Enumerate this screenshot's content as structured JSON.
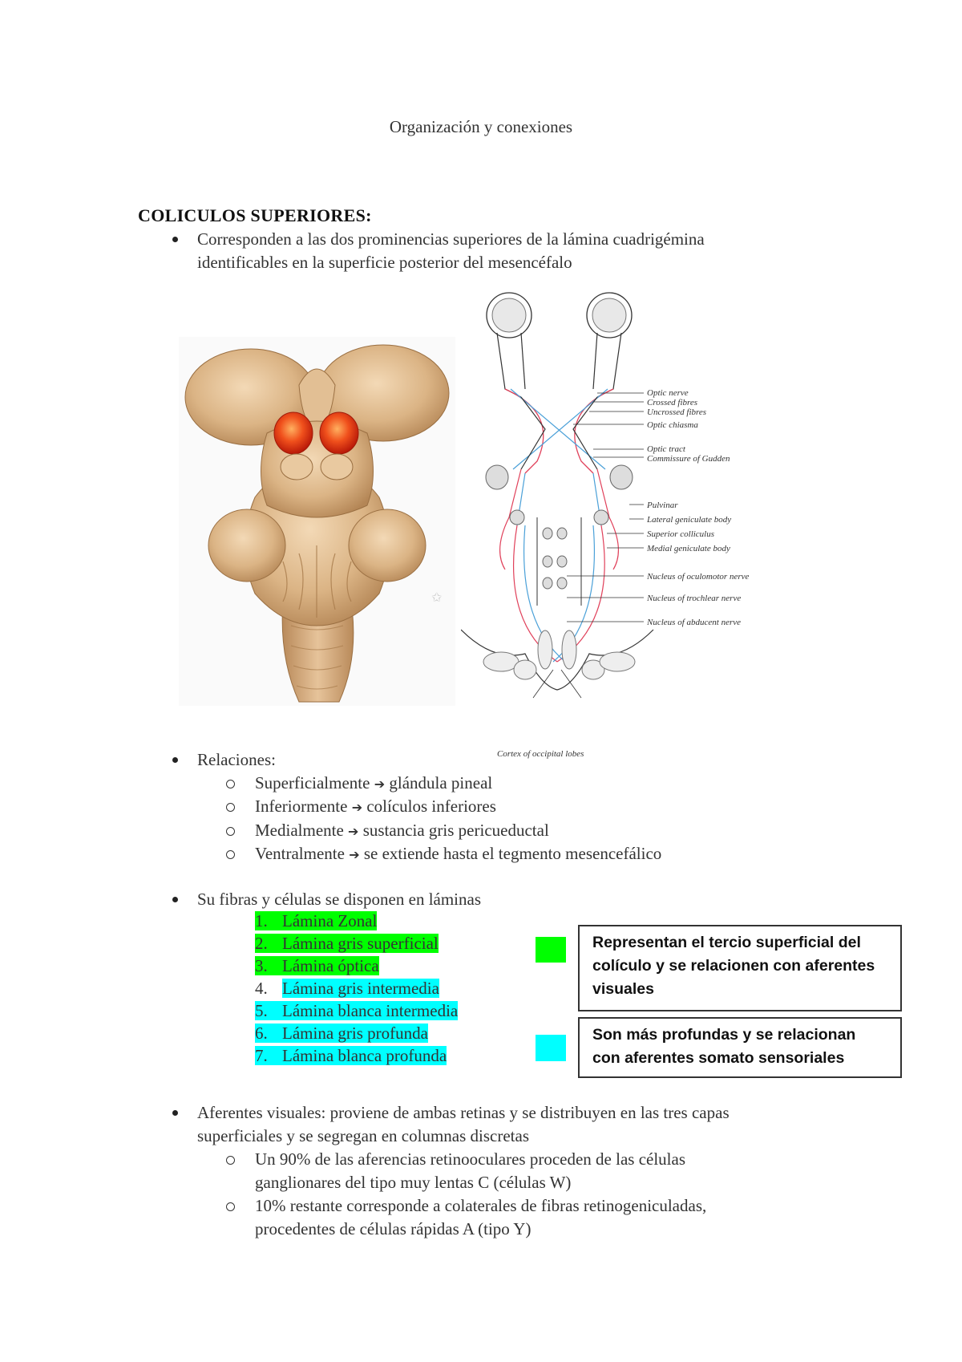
{
  "document": {
    "title": "Organización y conexiones",
    "section_heading": "COLICULOS SUPERIORES:",
    "bullet1": {
      "line1": "Corresponden a las dos prominencias superiores de la lámina cuadrigémina",
      "line2": "identificables en la superficie posterior del mesencéfalo"
    },
    "figure_left": {
      "watermark": "✩"
    },
    "figure_right": {
      "labels": [
        "Optic nerve",
        "Crossed fibres",
        "Uncrossed fibres",
        "Optic chiasma",
        "Optic tract",
        "Commissure of Gudden",
        "Pulvinar",
        "Lateral geniculate body",
        "Superior colliculus",
        "Medial geniculate body",
        "Nucleus of oculomotor nerve",
        "Nucleus of trochlear nerve",
        "Nucleus of abducent nerve"
      ],
      "bottom_label": "Cortex of occipital lobes"
    },
    "relaciones": {
      "label": "Relaciones:",
      "items": [
        {
          "before": "Superficialmente",
          "after": " glándula pineal"
        },
        {
          "before": "Inferiormente",
          "after": " colículos inferiores"
        },
        {
          "before": "Medialmente",
          "after": " sustancia gris pericueductal"
        },
        {
          "before": "Ventralmente",
          "after": " se extiende hasta el tegmento mesencefálico"
        }
      ],
      "arrow_glyph": "➔"
    },
    "laminas": {
      "label": "Su fibras y células se disponen en láminas",
      "items": [
        {
          "num": "1.",
          "text": "Lámina Zonal"
        },
        {
          "num": "2.",
          "text": "Lámina gris superficial"
        },
        {
          "num": "3.",
          "text": "Lámina óptica"
        },
        {
          "num": "4.",
          "text": "Lámina gris intermedia"
        },
        {
          "num": "5.",
          "text": "Lámina blanca intermedia"
        },
        {
          "num": "6.",
          "text": "Lámina gris profunda"
        },
        {
          "num": "7.",
          "text": "Lámina blanca profunda"
        }
      ],
      "highlight_green": "#00ff00",
      "highlight_cyan": "#00ffff"
    },
    "notes": {
      "green": "Representan el tercio superficial del colículo y se relacionen con aferentes visuales",
      "cyan": "Son más profundas y se relacionan con aferentes somato sensoriales"
    },
    "aferentes": {
      "line1": "Aferentes visuales: proviene de ambas retinas y se distribuyen en las tres capas",
      "line2": "superficiales y se segregan en columnas discretas",
      "sub": [
        {
          "line1": "Un 90% de las aferencias retinooculares proceden de las células",
          "line2": "ganglionares del tipo muy lentas C (células W)"
        },
        {
          "line1": "10% restante corresponde a colaterales de fibras retinogeniculadas,",
          "line2": "procedentes de células rápidas A (tipo Y)"
        }
      ]
    }
  }
}
